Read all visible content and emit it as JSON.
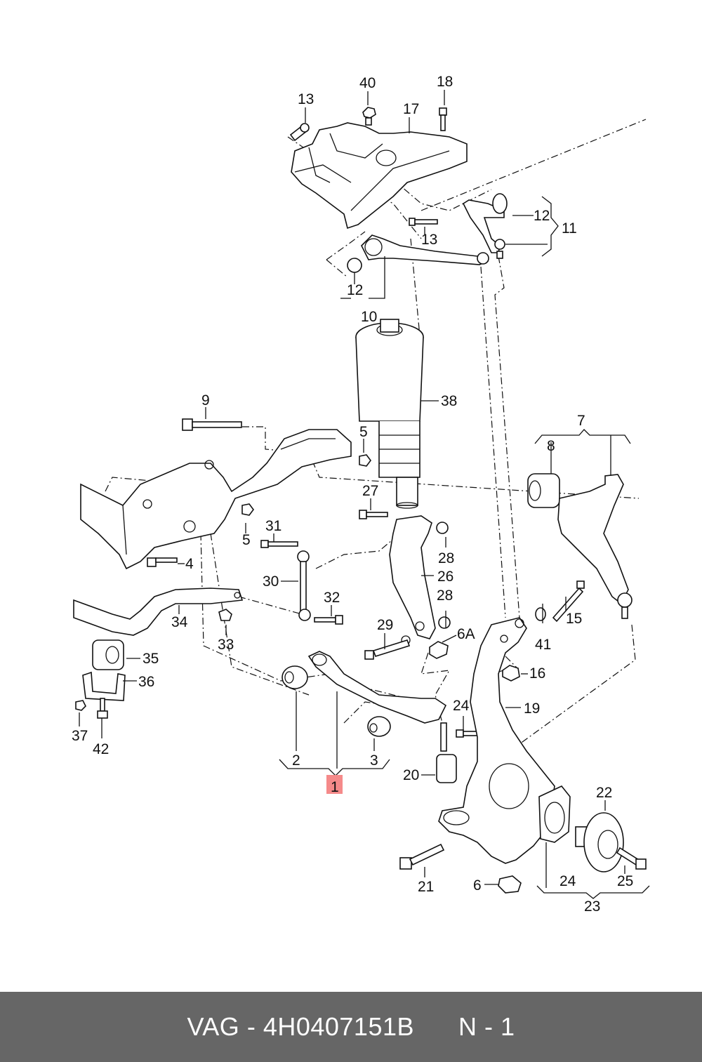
{
  "footer": {
    "brand": "VAG",
    "separator": " - ",
    "part_number": "4H0407151B",
    "position": "N - 1"
  },
  "diagram": {
    "highlight_color": "#f58a8a",
    "highlighted_label": "1",
    "labels": {
      "l1": "1",
      "l2": "2",
      "l3": "3",
      "l4": "4",
      "l5a": "5",
      "l5b": "5",
      "l6": "6",
      "l6A": "6A",
      "l7": "7",
      "l8": "8",
      "l9": "9",
      "l10": "10",
      "l11": "11",
      "l12a": "12",
      "l12b": "12",
      "l13a": "13",
      "l13b": "13",
      "l15": "15",
      "l16": "16",
      "l17": "17",
      "l18": "18",
      "l19": "19",
      "l20": "20",
      "l21": "21",
      "l22": "22",
      "l23": "23",
      "l24a": "24",
      "l24b": "24",
      "l25": "25",
      "l26": "26",
      "l27": "27",
      "l28a": "28",
      "l28b": "28",
      "l29": "29",
      "l30": "30",
      "l31": "31",
      "l32": "32",
      "l33": "33",
      "l34": "34",
      "l35": "35",
      "l36": "36",
      "l37": "37",
      "l38": "38",
      "l40": "40",
      "l41": "41",
      "l42": "42"
    }
  }
}
